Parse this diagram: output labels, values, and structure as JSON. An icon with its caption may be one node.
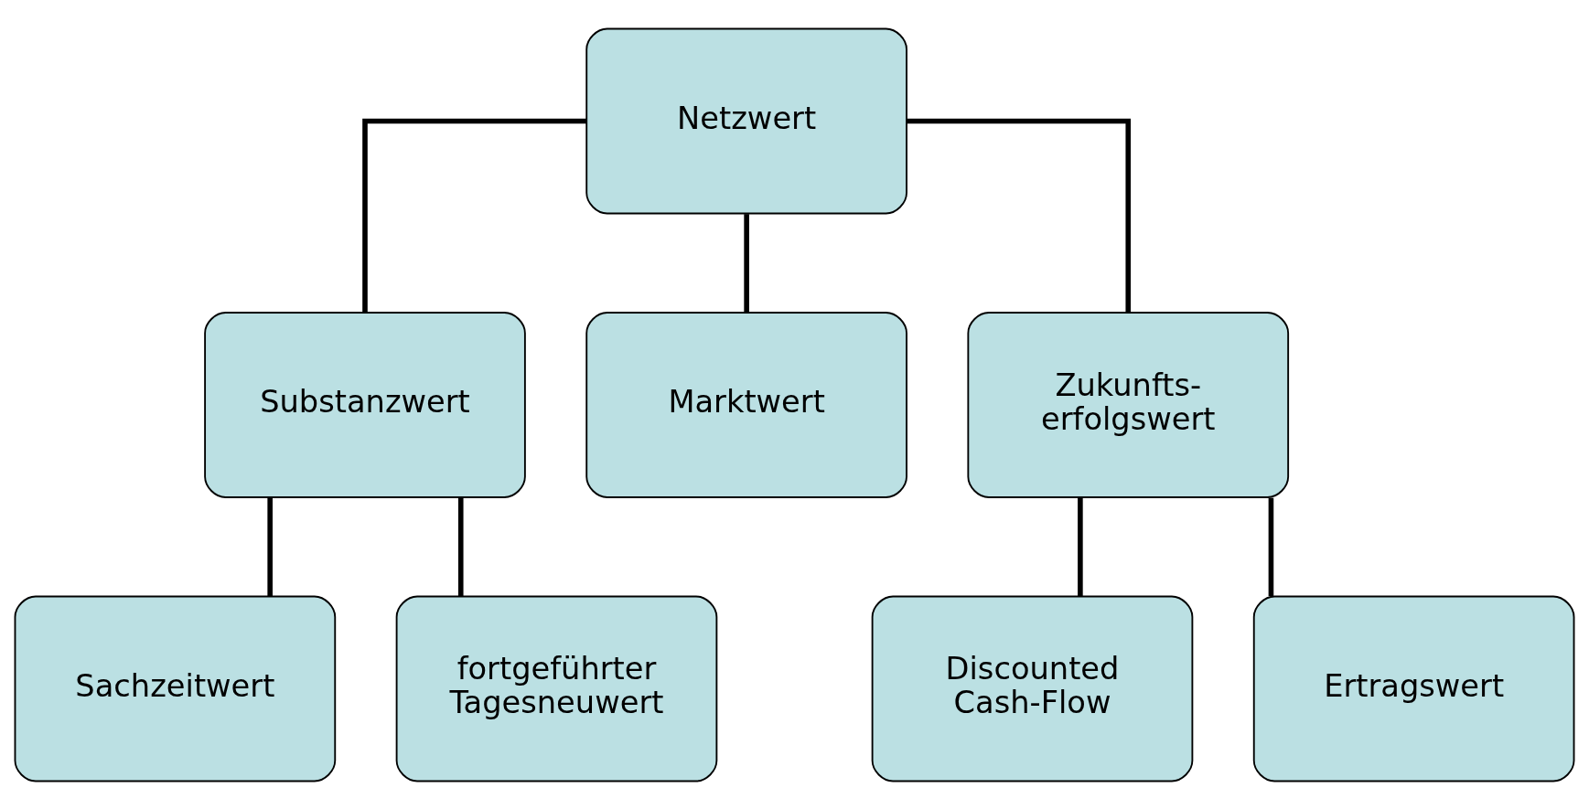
{
  "diagram": {
    "nodes": [
      {
        "text": [
          "Netzwert"
        ]
      },
      {
        "text": [
          "Substanzwert"
        ]
      },
      {
        "text": [
          "Marktwert"
        ]
      },
      {
        "text": [
          "Zukunfts- erfolgswert"
        ]
      },
      {
        "text": [
          "Sachzeitwert"
        ]
      },
      {
        "text": [
          "fortgeführter Tagesneuwert"
        ]
      },
      {
        "text": [
          "Discounted Cash-Flow"
        ]
      },
      {
        "text": [
          "Ertragswert"
        ]
      }
    ],
    "edges": [
      {
        "from": 0,
        "to": 1,
        "arrow": "none"
      },
      {
        "from": 0,
        "to": 2,
        "arrow": "none"
      },
      {
        "from": 0,
        "to": 3,
        "arrow": "none"
      },
      {
        "from": 1,
        "to": 4,
        "arrow": "none"
      },
      {
        "from": 1,
        "to": 5,
        "arrow": "none"
      },
      {
        "from": 3,
        "to": 6,
        "arrow": "none"
      },
      {
        "from": 3,
        "to": 7,
        "arrow": "none"
      }
    ]
  }
}
